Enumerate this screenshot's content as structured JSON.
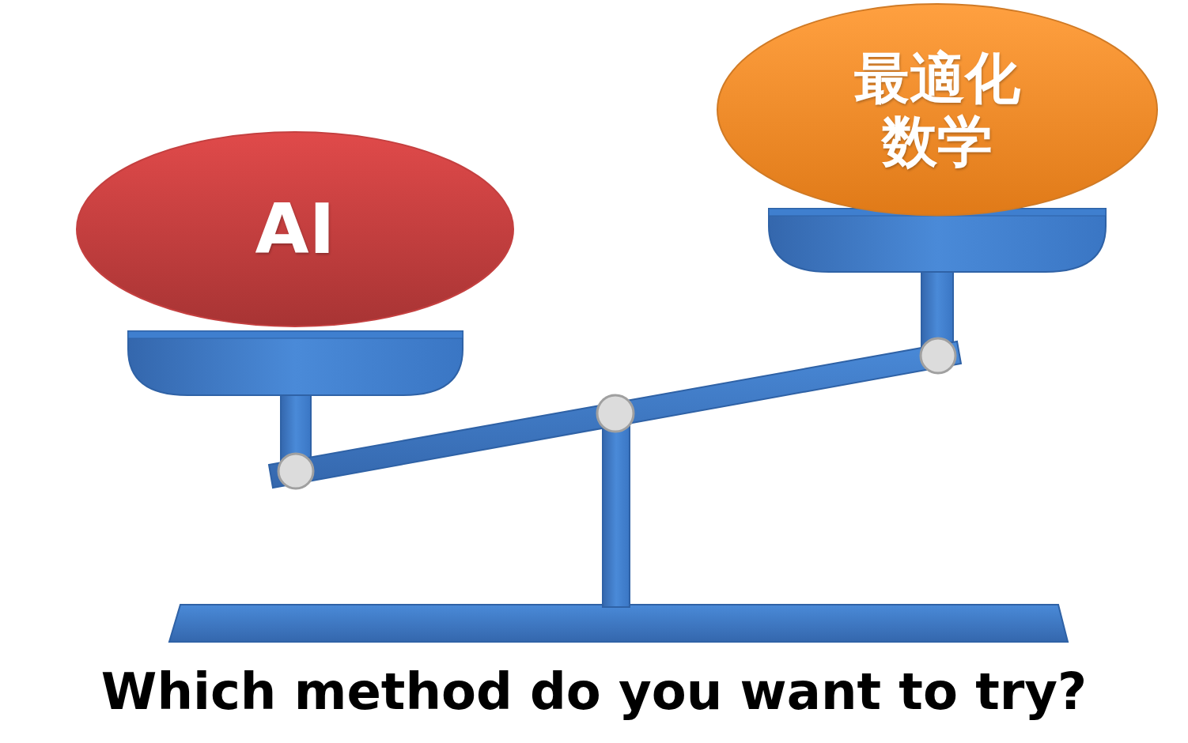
{
  "diagram": {
    "caption": "Which method do you want to try?",
    "nodes": [
      {
        "text": [
          "AI"
        ]
      },
      {
        "text": [
          "最適化 数学"
        ]
      }
    ]
  }
}
